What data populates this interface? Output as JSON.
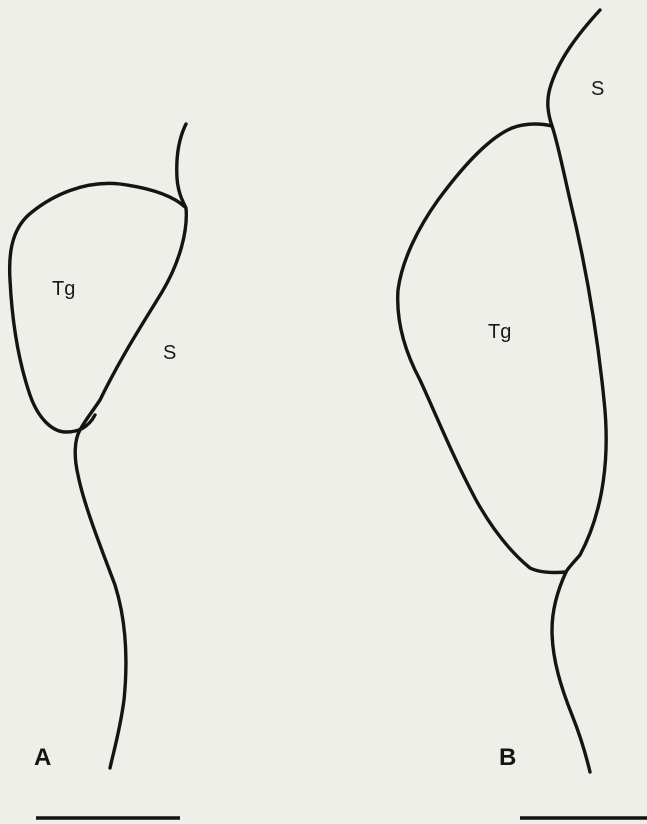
{
  "panels": [
    {
      "letter": "A",
      "labels": {
        "tergum": "Tg",
        "scutum": "S"
      }
    },
    {
      "letter": "B",
      "labels": {
        "tergum": "Tg",
        "scutum": "S"
      }
    }
  ],
  "colors": {
    "background": "#efefe9",
    "ink": "#141414"
  }
}
